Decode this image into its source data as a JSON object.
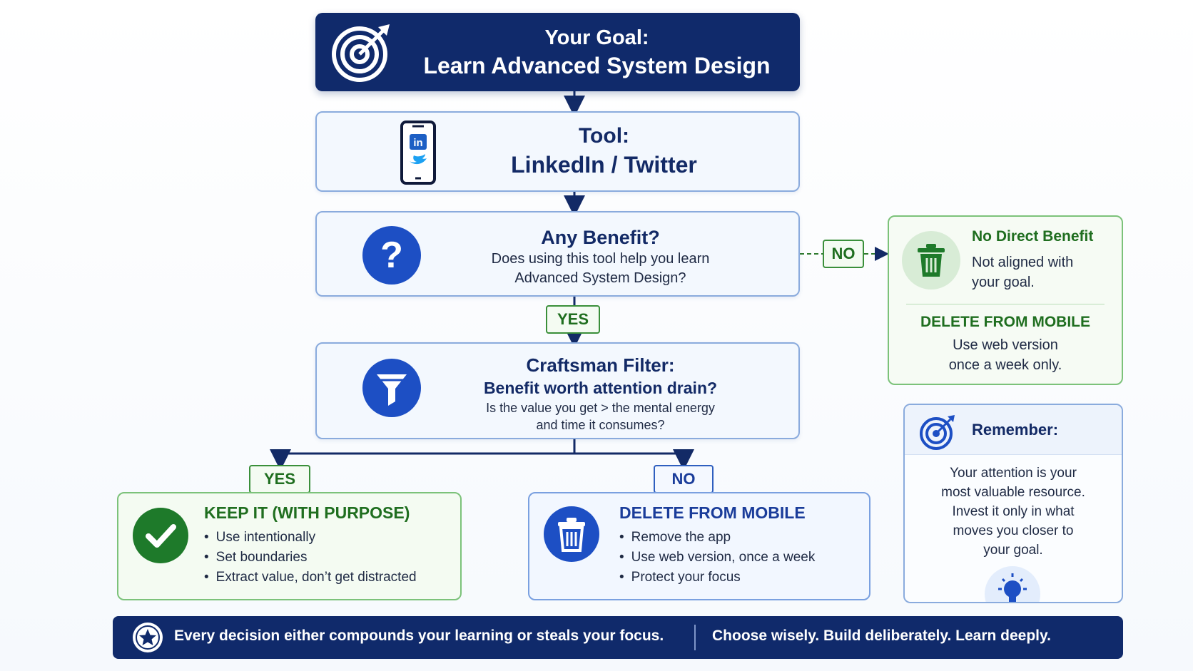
{
  "goal": {
    "line1": "Your Goal:",
    "line2": "Learn Advanced System Design"
  },
  "tool": {
    "line1": "Tool:",
    "line2": "LinkedIn / Twitter"
  },
  "benefit": {
    "title": "Any Benefit?",
    "question_line1": "Does using this tool help you learn",
    "question_line2": "Advanced System Design?"
  },
  "labels": {
    "yes": "YES",
    "no": "NO"
  },
  "filter": {
    "title": "Craftsman Filter:",
    "subtitle": "Benefit worth attention drain?",
    "question_line1": "Is the value you get > the mental energy",
    "question_line2": "and time it consumes?"
  },
  "no_benefit": {
    "title": "No Direct Benefit",
    "desc_line1": "Not aligned with",
    "desc_line2": "your goal.",
    "action": "DELETE FROM MOBILE",
    "action_line1": "Use web version",
    "action_line2": "once a week only."
  },
  "remember": {
    "title": "Remember:",
    "lines": [
      "Your attention is your",
      "most valuable resource.",
      "Invest it only in what",
      "moves you closer to",
      "your goal."
    ]
  },
  "keep": {
    "title": "KEEP IT (WITH PURPOSE)",
    "items": [
      "Use intentionally",
      "Set boundaries",
      "Extract value, don’t get distracted"
    ]
  },
  "delete": {
    "title": "DELETE FROM MOBILE",
    "items": [
      "Remove the app",
      "Use web version, once a week",
      "Protect your focus"
    ]
  },
  "banner": {
    "left": "Every decision either compounds your learning or steals your focus.",
    "right": "Choose wisely. Build deliberately. Learn deeply."
  },
  "colors": {
    "navy": "#102a6b",
    "accent_blue": "#1d4fc4",
    "green": "#1e7a2a",
    "panel_blue": "#f3f8fe"
  },
  "icons": {
    "goal": "target-arrow-icon",
    "tool": "phone-icon",
    "benefit": "question-icon",
    "filter": "funnel-icon",
    "no_benefit": "trash-icon",
    "remember": "target-icon",
    "keep": "check-icon",
    "delete": "trash-icon",
    "banner": "star-icon",
    "bulb": "lightbulb-icon"
  }
}
